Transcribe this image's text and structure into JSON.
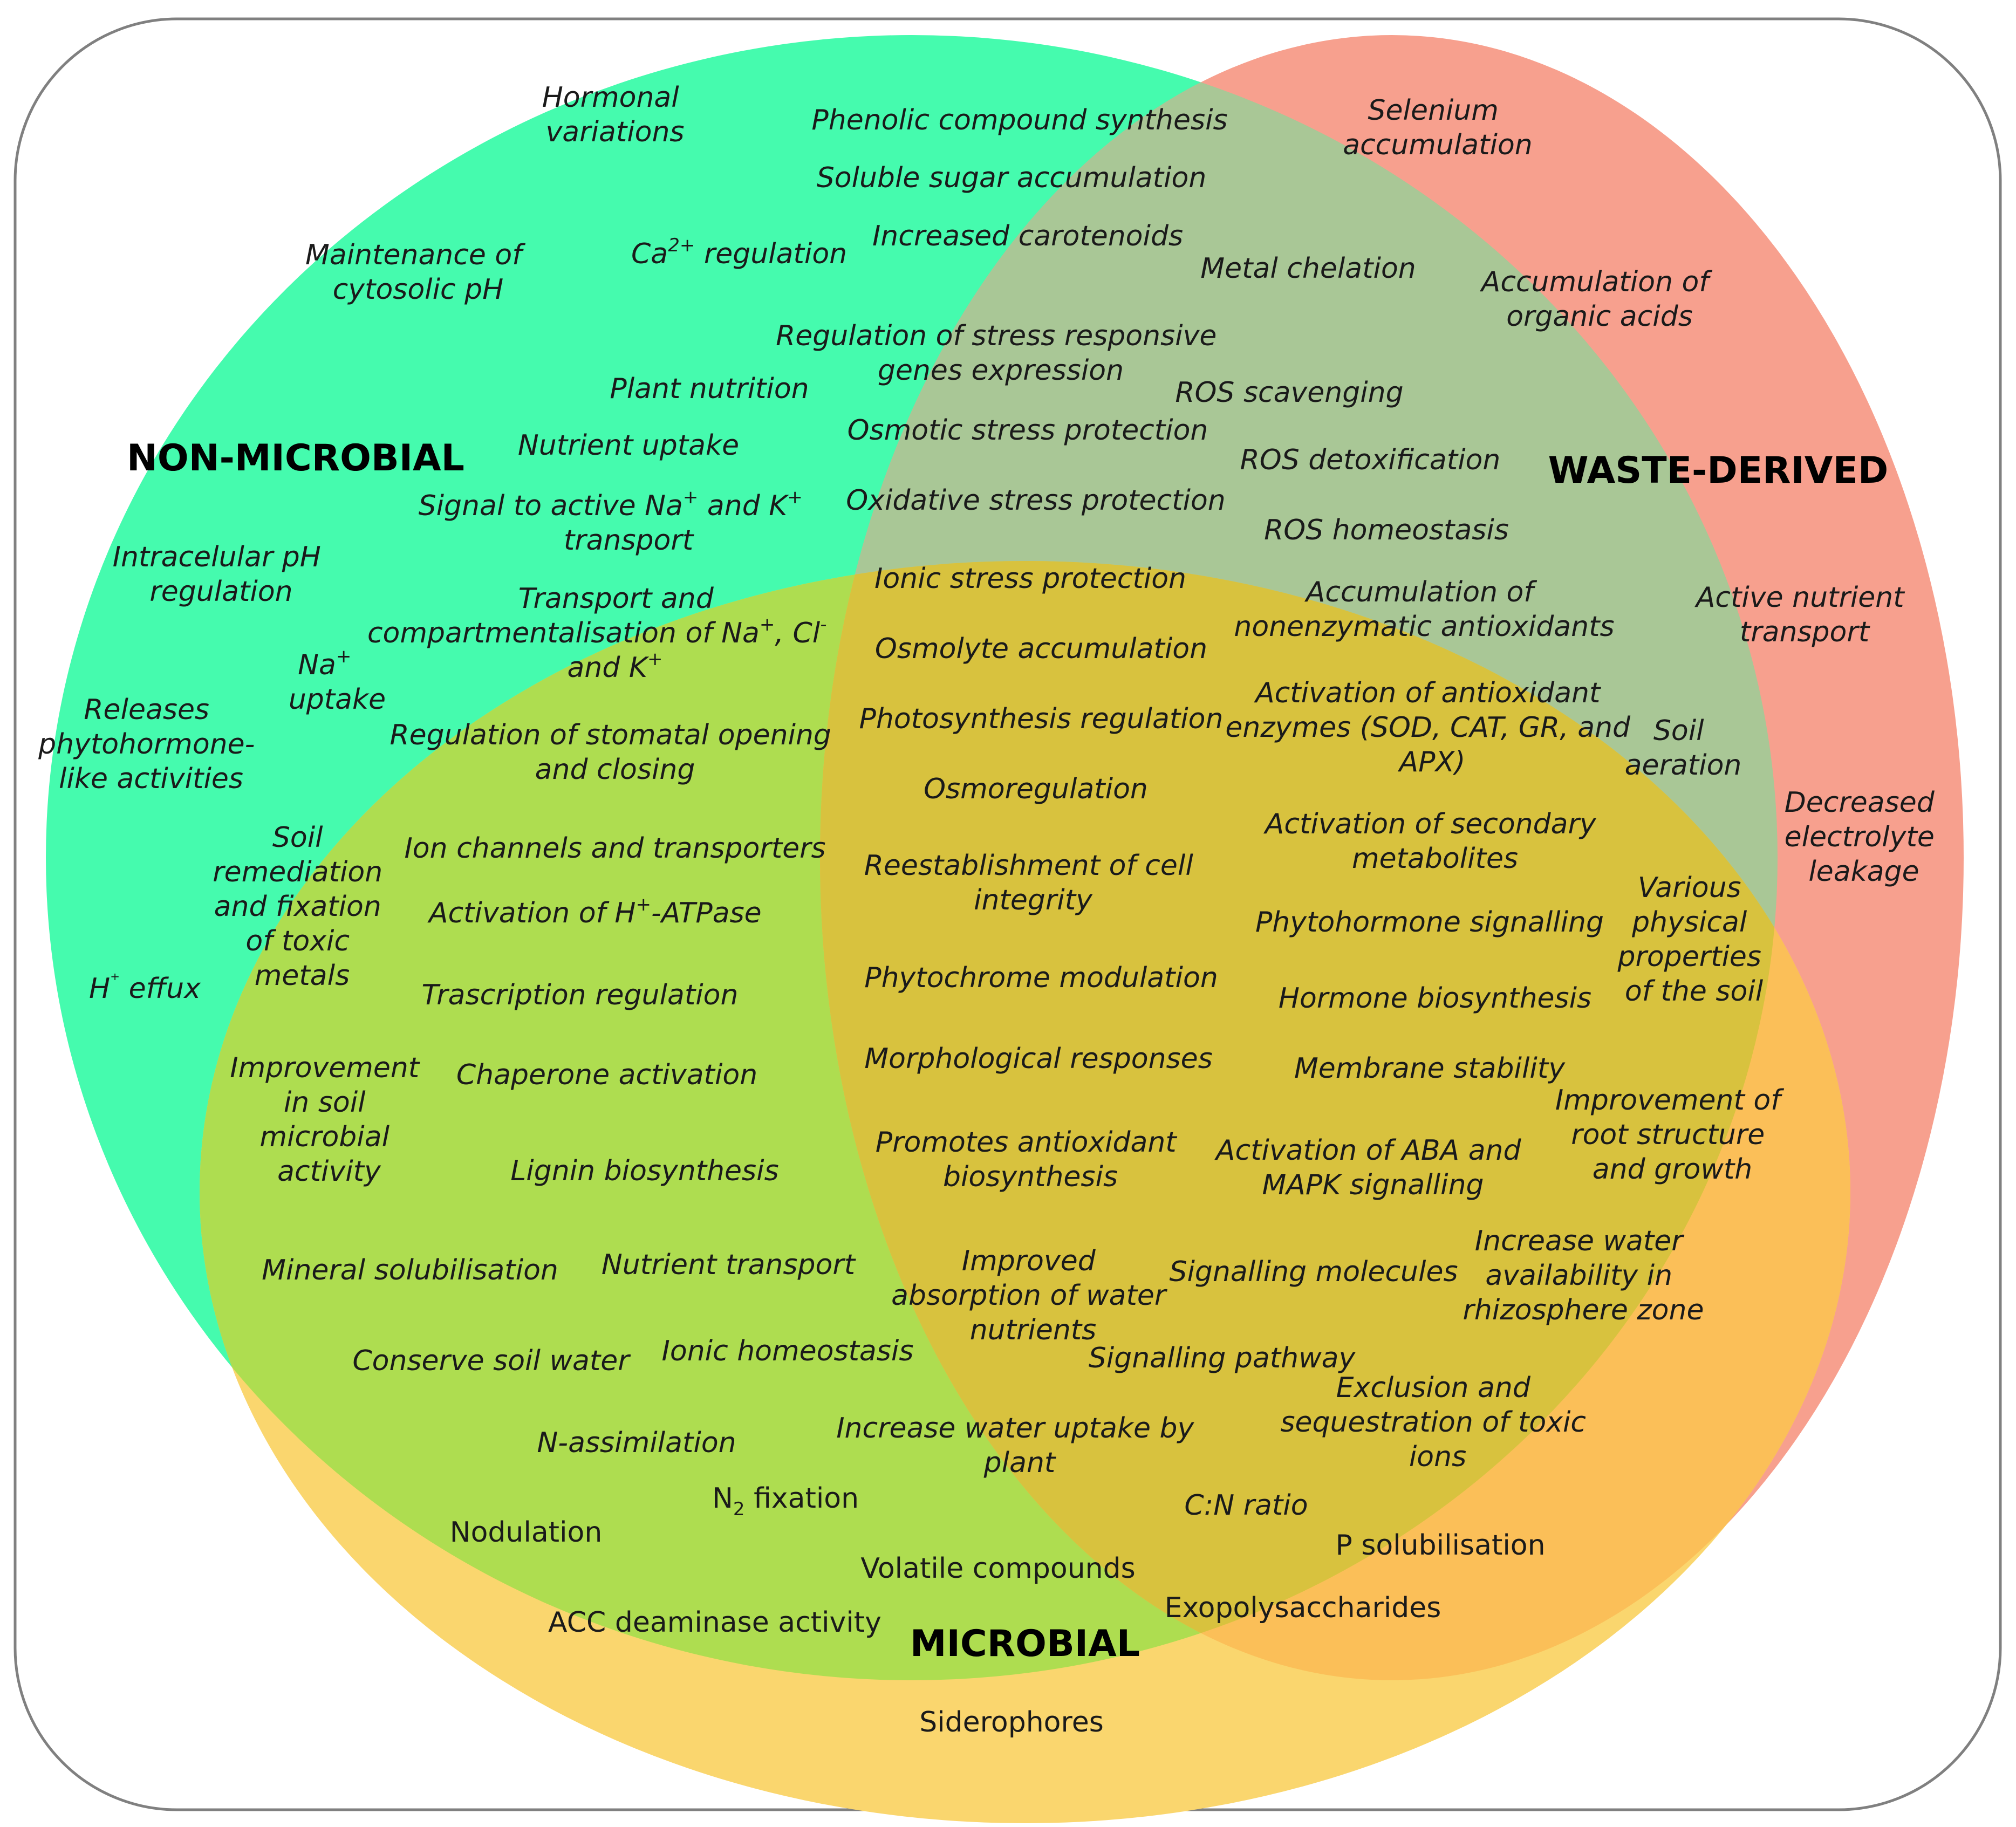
{
  "sets": {
    "non_microbial": {
      "label": "NON-MICROBIAL",
      "color": "#45fbae"
    },
    "waste_derived": {
      "label": "WASTE-DERIVED",
      "color": "#f7a08e"
    },
    "microbial": {
      "label": "MICROBIAL",
      "color": "#fad66e"
    }
  },
  "regions": {
    "non_microbial_only": [
      {
        "lines": [
          "Hormonal",
          "variations"
        ]
      },
      {
        "lines": [
          "Maintenance of",
          "cytosolic pH"
        ]
      },
      {
        "lines": [
          "Intracelular pH",
          "regulation"
        ]
      },
      {
        "lines": [
          "Releases",
          "phytohormone-",
          "like activities"
        ]
      },
      {
        "lines": [
          "H",
          "⁺",
          " effux"
        ]
      }
    ],
    "waste_derived_only": [
      {
        "lines": [
          "Selenium",
          "accumulation"
        ]
      },
      {
        "lines": [
          "Accumulation of",
          "organic acids"
        ]
      },
      {
        "lines": [
          "Active nutrient",
          "transport"
        ]
      },
      {
        "lines": [
          "Decreased",
          "electrolyte",
          "leakage"
        ]
      }
    ],
    "microbial_only": [
      {
        "lines": [
          "Nodulation"
        ]
      },
      {
        "lines": [
          "Volatile compounds"
        ]
      },
      {
        "lines": [
          "P solubilisation"
        ]
      },
      {
        "lines": [
          "ACC deaminase activity"
        ]
      },
      {
        "lines": [
          "Exopolysaccharides"
        ]
      },
      {
        "lines": [
          "Siderophores"
        ]
      }
    ],
    "non_microbial_and_waste_derived": [
      {
        "lines": [
          "Phenolic compound synthesis"
        ]
      },
      {
        "lines": [
          "Soluble sugar accumulation"
        ]
      },
      {
        "lines": [
          "Increased carotenoids"
        ]
      },
      {
        "lines": [
          "Ca",
          "2+",
          " regulation"
        ]
      },
      {
        "lines": [
          "Metal chelation"
        ]
      }
    ],
    "non_microbial_and_microbial": [
      {
        "lines": [
          "Na",
          "+",
          "uptake"
        ]
      },
      {
        "lines": [
          "Soil",
          "remediation",
          "and fixation",
          "of toxic",
          "metals"
        ]
      },
      {
        "lines": [
          "Improvement",
          "in soil",
          "microbial",
          "activity"
        ]
      },
      {
        "lines": [
          "Mineral solubilisation"
        ]
      },
      {
        "lines": [
          "Conserve soil water"
        ]
      },
      {
        "lines": [
          "N-assimilation"
        ]
      },
      {
        "lines": [
          "N",
          "2",
          " fixation"
        ]
      }
    ],
    "waste_derived_and_microbial": [
      {
        "lines": [
          "Soil",
          "aeration"
        ]
      },
      {
        "lines": [
          "Various",
          "physical",
          "properties",
          "of the soil"
        ]
      },
      {
        "lines": [
          "Improvement of",
          "root structure",
          "and growth"
        ]
      },
      {
        "lines": [
          "Increase water",
          "availability in",
          "rhizosphere zone"
        ]
      },
      {
        "lines": [
          "Exclusion and",
          "sequestration of toxic",
          "ions"
        ]
      },
      {
        "lines": [
          "C:N ratio"
        ]
      }
    ],
    "all_three": {
      "col_left": [
        {
          "lines": [
            "Plant nutrition"
          ]
        },
        {
          "lines": [
            "Nutrient uptake"
          ]
        },
        {
          "lines": [
            "Signal to active Na",
            "+",
            " and K",
            "+",
            "transport"
          ]
        },
        {
          "lines": [
            "Transport and",
            "compartmentalisation of Na",
            "+",
            ", Cl",
            "-",
            "and K",
            "+"
          ]
        },
        {
          "lines": [
            "Regulation of stomatal opening",
            "and closing"
          ]
        },
        {
          "lines": [
            "Ion channels and transporters"
          ]
        },
        {
          "lines": [
            "Activation of H",
            "+",
            "-ATPase"
          ]
        },
        {
          "lines": [
            "Trascription regulation"
          ]
        },
        {
          "lines": [
            "Chaperone activation"
          ]
        },
        {
          "lines": [
            "Lignin biosynthesis"
          ]
        },
        {
          "lines": [
            "Nutrient transport"
          ]
        },
        {
          "lines": [
            "Ionic homeostasis"
          ]
        }
      ],
      "col_center": [
        {
          "lines": [
            "Regulation of stress responsive",
            "genes expression"
          ]
        },
        {
          "lines": [
            "Osmotic stress protection"
          ]
        },
        {
          "lines": [
            "Oxidative stress protection"
          ]
        },
        {
          "lines": [
            "Ionic stress protection"
          ]
        },
        {
          "lines": [
            "Osmolyte accumulation"
          ]
        },
        {
          "lines": [
            "Photosynthesis regulation"
          ]
        },
        {
          "lines": [
            "Osmoregulation"
          ]
        },
        {
          "lines": [
            "Reestablishment of cell",
            "integrity"
          ]
        },
        {
          "lines": [
            "Phytochrome modulation"
          ]
        },
        {
          "lines": [
            "Morphological responses"
          ]
        },
        {
          "lines": [
            "Promotes antioxidant",
            "biosynthesis"
          ]
        },
        {
          "lines": [
            "Improved",
            "absorption of water",
            "nutrients"
          ]
        },
        {
          "lines": [
            "Increase water uptake by",
            "plant"
          ]
        }
      ],
      "col_right": [
        {
          "lines": [
            "ROS scavenging"
          ]
        },
        {
          "lines": [
            "ROS detoxification"
          ]
        },
        {
          "lines": [
            "ROS homeostasis"
          ]
        },
        {
          "lines": [
            "Accumulation of",
            "nonenzymatic antioxidants"
          ]
        },
        {
          "lines": [
            "Activation of antioxidant",
            "enzymes (SOD, CAT, GR, and",
            "APX)"
          ]
        },
        {
          "lines": [
            "Activation of secondary",
            "metabolites"
          ]
        },
        {
          "lines": [
            "Phytohormone signalling"
          ]
        },
        {
          "lines": [
            "Hormone biosynthesis"
          ]
        },
        {
          "lines": [
            "Membrane stability"
          ]
        },
        {
          "lines": [
            "Activation of ABA and",
            "MAPK signalling"
          ]
        },
        {
          "lines": [
            "Signalling molecules"
          ]
        },
        {
          "lines": [
            "Signalling pathway"
          ]
        }
      ]
    }
  }
}
